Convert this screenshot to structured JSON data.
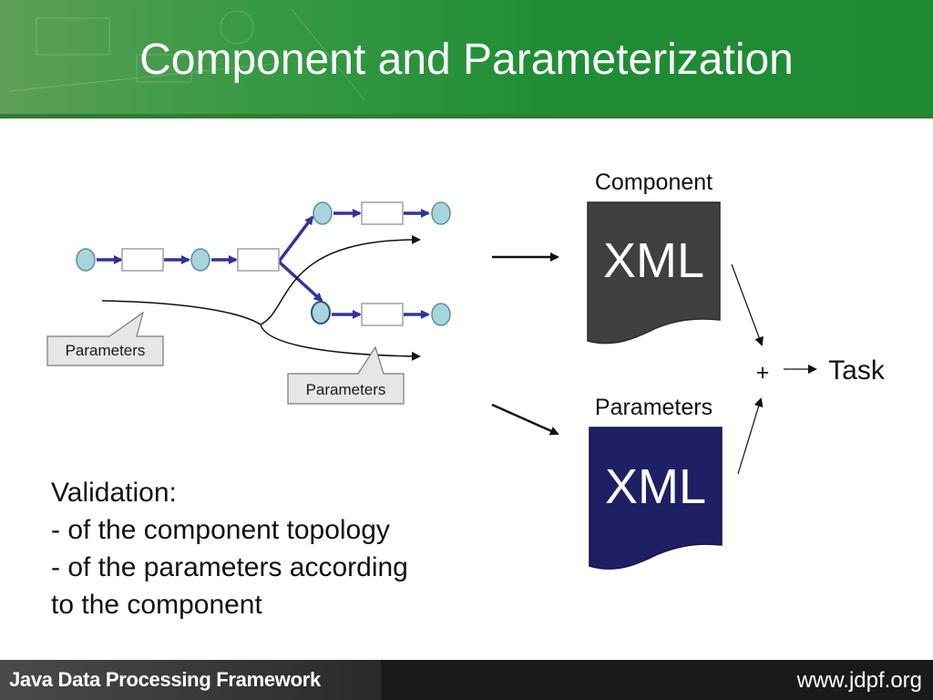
{
  "header": {
    "title": "Component and Parameterization"
  },
  "diagram": {
    "callout_left": "Parameters",
    "callout_right": "Parameters",
    "component_caption": "Component",
    "parameters_caption": "Parameters",
    "component_doc": "XML",
    "parameters_doc": "XML",
    "plus": "+",
    "task": "Task"
  },
  "validation": {
    "title": "Validation:",
    "lines": [
      "- of the component topology",
      "- of the parameters according",
      "to the component"
    ]
  },
  "footer": {
    "brand": "Java Data Processing Framework",
    "url": "www.jdpf.org"
  },
  "colors": {
    "header_green": "#1f8d35",
    "component_doc": "#404040",
    "parameters_doc": "#1f1f66",
    "node": "#a8d4dc",
    "arrow": "#33339a"
  }
}
